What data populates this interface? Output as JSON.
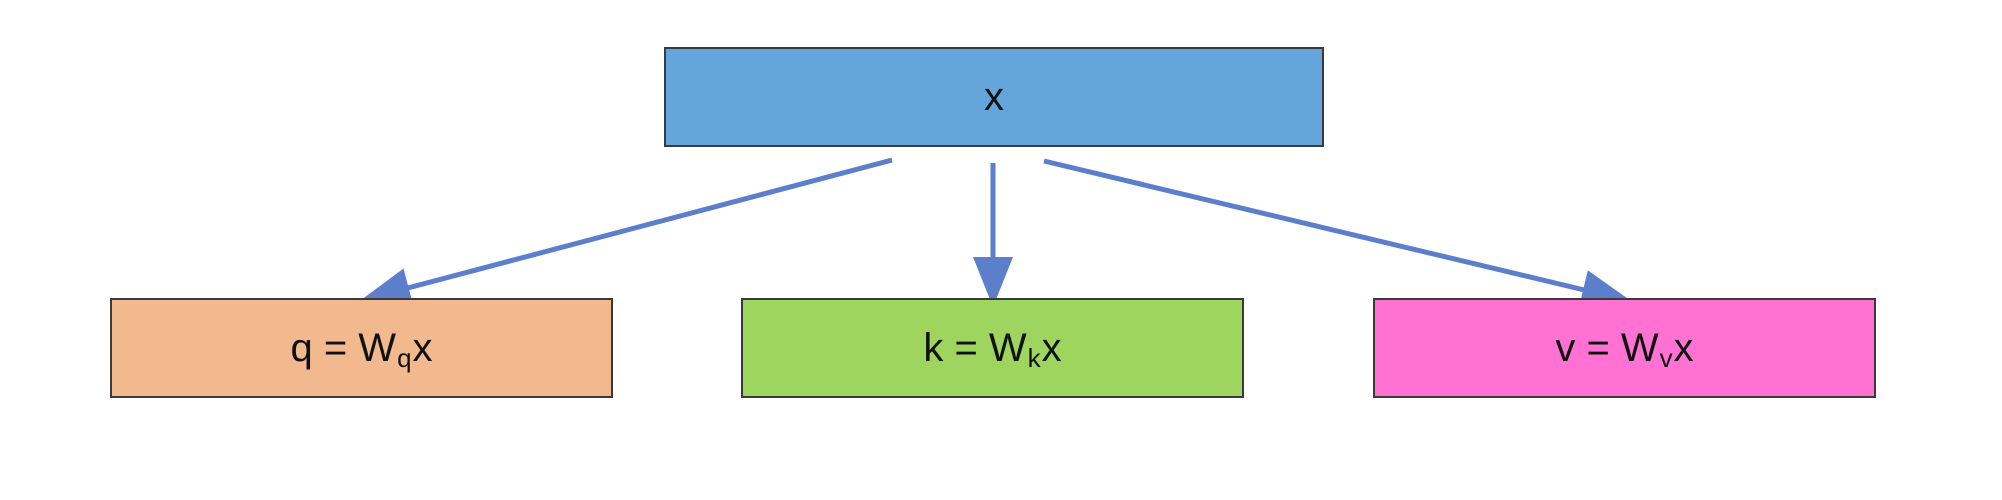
{
  "nodes": {
    "input": {
      "text": "x",
      "color": "#64a5dc"
    },
    "query": {
      "prefix": "q = W",
      "sub": "q",
      "suffix": "x",
      "color": "#f2b88e"
    },
    "key": {
      "prefix": "k = W",
      "sub": "k",
      "suffix": "x",
      "color": "#9dd55e"
    },
    "value": {
      "prefix": "v = W",
      "sub": "v",
      "suffix": "x",
      "color": "#ff72d4"
    }
  },
  "edges": [
    {
      "from": "input",
      "to": "query"
    },
    {
      "from": "input",
      "to": "key"
    },
    {
      "from": "input",
      "to": "value"
    }
  ],
  "colors": {
    "arrow": "#5b7fcb",
    "border": "#3a3a3a"
  }
}
